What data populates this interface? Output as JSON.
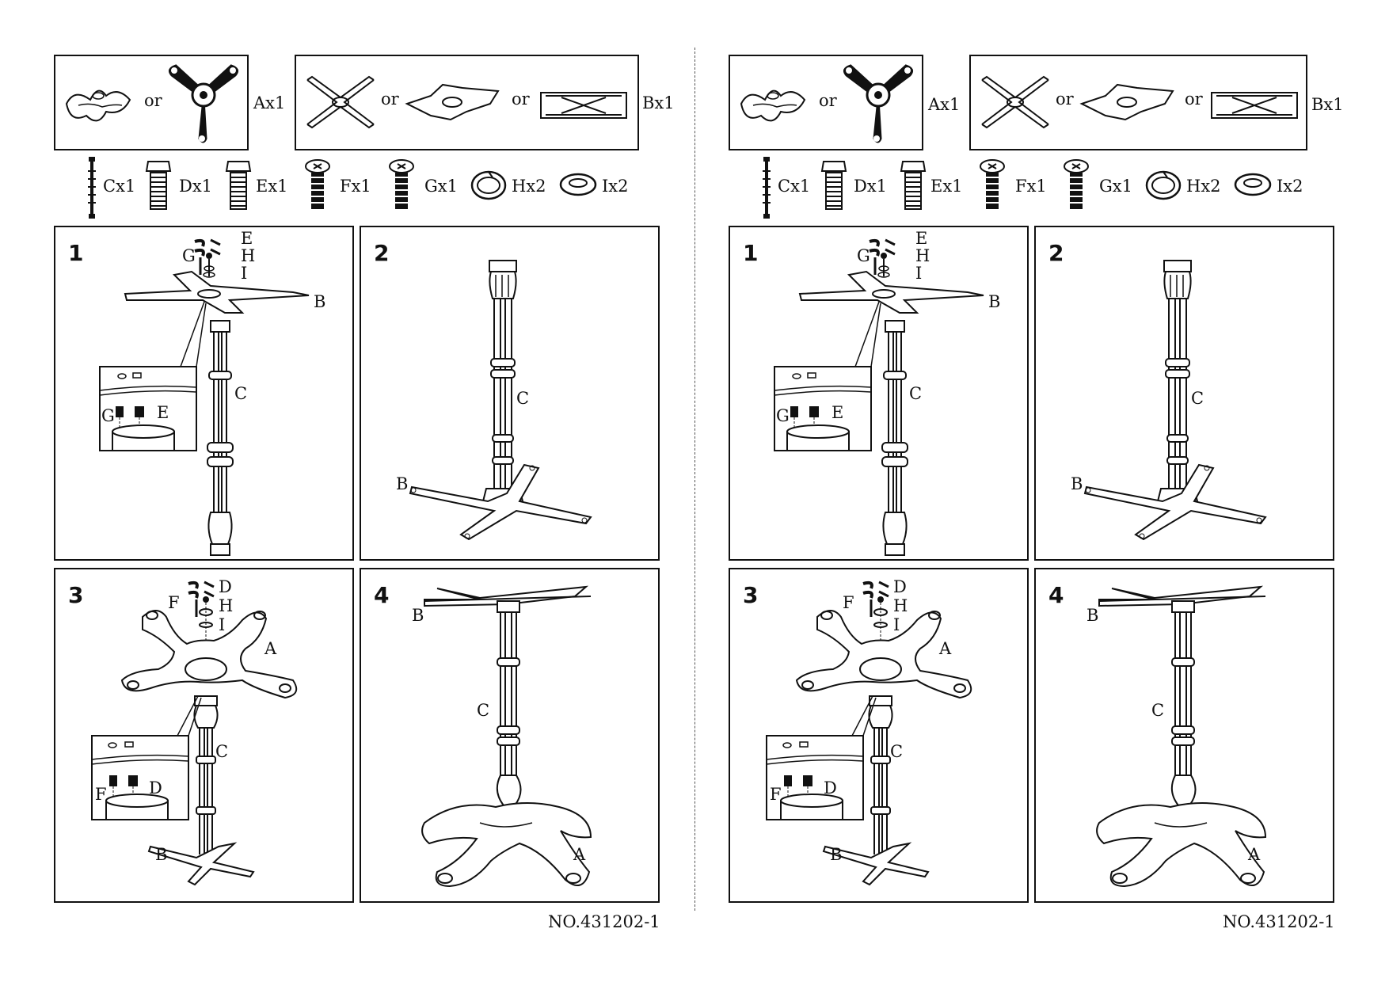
{
  "sheets": [
    {
      "parts_row1": {
        "or_1": "or",
        "a_count": "Ax1",
        "or_2": "or",
        "or_3": "or",
        "b_count": "Bx1"
      },
      "parts_row2": {
        "c": "Cx1",
        "d": "Dx1",
        "e": "Ex1",
        "f": "Fx1",
        "g": "Gx1",
        "h": "Hx2",
        "i": "Ix2"
      },
      "steps": [
        {
          "num": "1",
          "labels": {
            "g": "G",
            "e": "E",
            "h": "H",
            "i": "I",
            "b": "B",
            "c": "C",
            "inset_g": "G",
            "inset_e": "E"
          }
        },
        {
          "num": "2",
          "labels": {
            "c": "C",
            "b": "B"
          }
        },
        {
          "num": "3",
          "labels": {
            "f": "F",
            "d": "D",
            "h": "H",
            "i": "I",
            "a": "A",
            "c": "C",
            "b": "B",
            "inset_f": "F",
            "inset_d": "D"
          }
        },
        {
          "num": "4",
          "labels": {
            "b": "B",
            "c": "C",
            "a": "A"
          }
        }
      ],
      "doc_number": "NO.431202-1"
    },
    {
      "parts_row1": {
        "or_1": "or",
        "a_count": "Ax1",
        "or_2": "or",
        "or_3": "or",
        "b_count": "Bx1"
      },
      "parts_row2": {
        "c": "Cx1",
        "d": "Dx1",
        "e": "Ex1",
        "f": "Fx1",
        "g": "Gx1",
        "h": "Hx2",
        "i": "Ix2"
      },
      "steps": [
        {
          "num": "1",
          "labels": {
            "g": "G",
            "e": "E",
            "h": "H",
            "i": "I",
            "b": "B",
            "c": "C",
            "inset_g": "G",
            "inset_e": "E"
          }
        },
        {
          "num": "2",
          "labels": {
            "c": "C",
            "b": "B"
          }
        },
        {
          "num": "3",
          "labels": {
            "f": "F",
            "d": "D",
            "h": "H",
            "i": "I",
            "a": "A",
            "c": "C",
            "b": "B",
            "inset_f": "F",
            "inset_d": "D"
          }
        },
        {
          "num": "4",
          "labels": {
            "b": "B",
            "c": "C",
            "a": "A"
          }
        }
      ],
      "doc_number": "NO.431202-1"
    }
  ]
}
